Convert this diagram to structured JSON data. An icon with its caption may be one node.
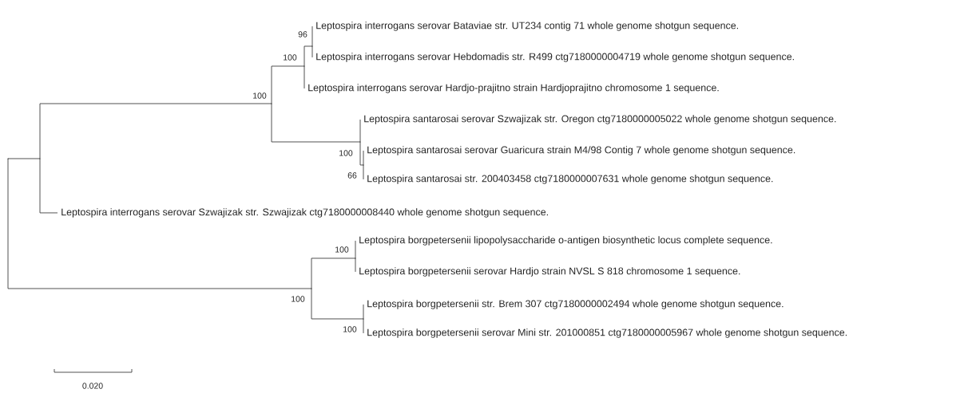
{
  "diagram": {
    "nodes": [
      {
        "text": [],
        "shape": "point"
      },
      {
        "text": [],
        "shape": "point"
      },
      {
        "text": [],
        "shape": "point",
        "beside": [
          "100"
        ]
      },
      {
        "text": [],
        "shape": "point",
        "beside": [
          "100"
        ]
      },
      {
        "text": [],
        "shape": "point",
        "beside": [
          "96"
        ]
      },
      {
        "text": [
          "Leptospira interrogans serovar Bataviae str. UT234 contig 71 whole genome shotgun sequence."
        ]
      },
      {
        "text": [
          "Leptospira interrogans serovar Hebdomadis str. R499 ctg7180000004719 whole genome shotgun sequence."
        ]
      },
      {
        "text": [
          "Leptospira interrogans serovar Hardjo-prajitno strain Hardjoprajitno chromosome 1 sequence."
        ]
      },
      {
        "text": [],
        "shape": "point",
        "beside": [
          "100"
        ]
      },
      {
        "text": [
          "Leptospira santarosai serovar Szwajizak str. Oregon ctg7180000005022 whole genome shotgun sequence."
        ]
      },
      {
        "text": [],
        "shape": "point",
        "beside": [
          "66"
        ]
      },
      {
        "text": [
          "Leptospira santarosai serovar Guaricura strain M4/98 Contig 7 whole genome shotgun sequence."
        ]
      },
      {
        "text": [
          "Leptospira santarosai str. 200403458 ctg7180000007631 whole genome shotgun sequence."
        ]
      },
      {
        "text": [
          "Leptospira interrogans serovar Szwajizak str. Szwajizak ctg7180000008440 whole genome shotgun sequence."
        ]
      },
      {
        "text": [],
        "shape": "point",
        "beside": [
          "100"
        ]
      },
      {
        "text": [],
        "shape": "point",
        "beside": [
          "100"
        ]
      },
      {
        "text": [
          "Leptospira borgpetersenii lipopolysaccharide o-antigen biosynthetic locus complete sequence."
        ]
      },
      {
        "text": [
          "Leptospira borgpetersenii serovar Hardjo strain NVSL S 818 chromosome 1 sequence."
        ]
      },
      {
        "text": [],
        "shape": "point",
        "beside": [
          "100"
        ]
      },
      {
        "text": [
          "Leptospira borgpetersenii str. Brem 307 ctg7180000002494 whole genome shotgun sequence."
        ]
      },
      {
        "text": [
          "Leptospira borgpetersenii serovar Mini str. 201000851 ctg7180000005967 whole genome shotgun sequence."
        ]
      }
    ],
    "edges": [
      {
        "from": 0,
        "to": 1,
        "arrow": "none"
      },
      {
        "from": 1,
        "to": 2,
        "arrow": "none"
      },
      {
        "from": 2,
        "to": 3,
        "arrow": "none"
      },
      {
        "from": 3,
        "to": 4,
        "arrow": "none"
      },
      {
        "from": 4,
        "to": 5,
        "arrow": "none"
      },
      {
        "from": 4,
        "to": 6,
        "arrow": "none"
      },
      {
        "from": 3,
        "to": 7,
        "arrow": "none"
      },
      {
        "from": 2,
        "to": 8,
        "arrow": "none"
      },
      {
        "from": 8,
        "to": 9,
        "arrow": "none"
      },
      {
        "from": 8,
        "to": 10,
        "arrow": "none"
      },
      {
        "from": 10,
        "to": 11,
        "arrow": "none"
      },
      {
        "from": 10,
        "to": 12,
        "arrow": "none"
      },
      {
        "from": 1,
        "to": 13,
        "arrow": "none"
      },
      {
        "from": 0,
        "to": 14,
        "arrow": "none"
      },
      {
        "from": 14,
        "to": 15,
        "arrow": "none"
      },
      {
        "from": 15,
        "to": 16,
        "arrow": "none"
      },
      {
        "from": 15,
        "to": 17,
        "arrow": "none"
      },
      {
        "from": 14,
        "to": 18,
        "arrow": "none"
      },
      {
        "from": 18,
        "to": 19,
        "arrow": "none"
      },
      {
        "from": 18,
        "to": 20,
        "arrow": "none"
      }
    ],
    "labels": [
      "0.020"
    ]
  }
}
